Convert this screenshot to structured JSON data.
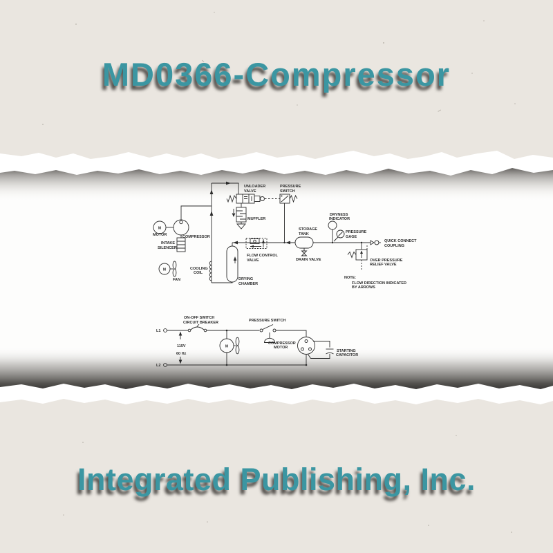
{
  "page": {
    "title": "MD0366-Compressor",
    "footer": "Integrated Publishing, Inc."
  },
  "colors": {
    "accent_teal": "#3b96a2",
    "paper_beige": "#eae6e0",
    "diagram_ink": "#2b2b2b",
    "tear_shadow": "#2f2d2b",
    "middle_paper": "#fdfdfc"
  },
  "diagram": {
    "pneumatic": {
      "labels": [
        "UNLOADER",
        "VALVE",
        "PRESSURE",
        "SWITCH",
        "MUFFLER",
        "MOTOR",
        "COMPRESSOR",
        "INTAKE",
        "SILENCER",
        "COOLING",
        "COIL",
        "FAN",
        "DRYING",
        "CHAMBER",
        "FLOW CONTROL",
        "VALVE",
        "STORAGE",
        "TANK",
        "DRAIN VALVE",
        "DRYNESS",
        "INDICATOR",
        "PRESSURE",
        "GAGE",
        "QUICK CONNECT",
        "COUPLING",
        "OVER PRESSURE",
        "RELIEF VALVE",
        "M",
        "M"
      ]
    },
    "note": {
      "heading": "NOTE:",
      "line1": "FLOW DIRECTION INDICATED",
      "line2": "BY ARROWS"
    },
    "electrical": {
      "labels": [
        "ON-OFF SWITCH",
        "CIRCUIT BREAKER",
        "PRESSURE SWITCH",
        "L1",
        "115V",
        "60 Hz",
        "COMPRESSOR",
        "MOTOR",
        "STARTING",
        "CAPACITOR",
        "L2",
        "M"
      ]
    }
  }
}
